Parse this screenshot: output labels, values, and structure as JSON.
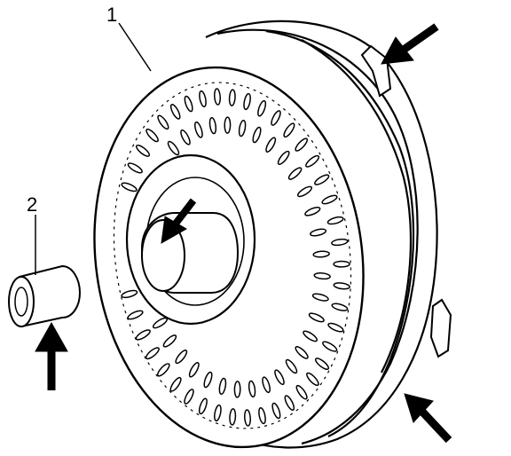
{
  "diagram": {
    "callouts": [
      {
        "id": "1",
        "label": "1"
      },
      {
        "id": "2",
        "label": "2"
      }
    ],
    "colors": {
      "line": "#000000",
      "background": "#ffffff"
    }
  }
}
